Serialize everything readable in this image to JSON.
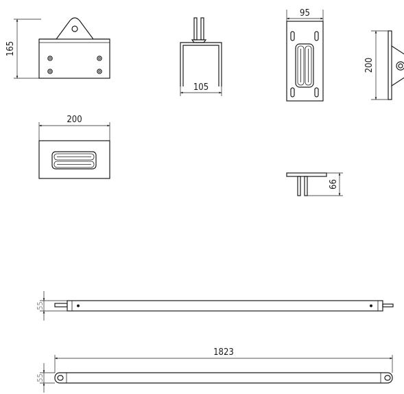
{
  "drawing": {
    "colors": {
      "line": "#1a1a1a",
      "background": "#ffffff",
      "faint_label": "#8c8c8c"
    },
    "dimensions": {
      "front_height": "165",
      "clamp_width": "105",
      "plate_top_width": "95",
      "side_height": "200",
      "plate_width": "200",
      "small_height": "66",
      "bar_top_height": "55",
      "bar_length": "1823",
      "bar_bottom_height": "55"
    }
  }
}
